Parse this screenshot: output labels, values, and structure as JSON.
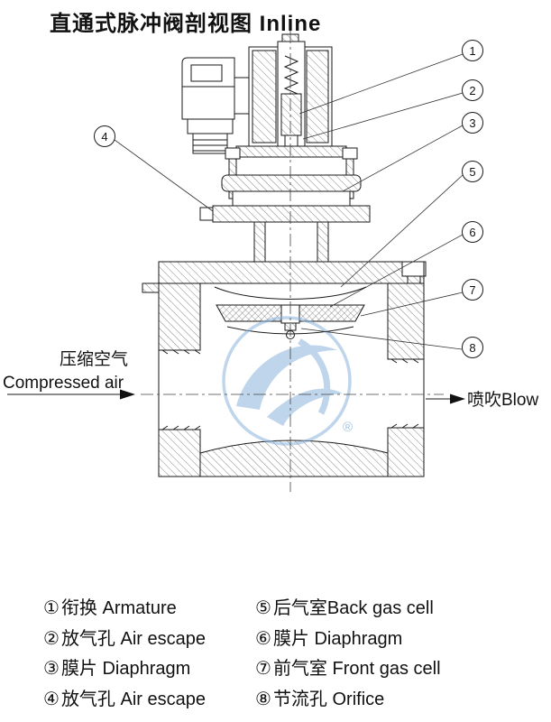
{
  "title": "直通式脉冲阀剖视图 Inline",
  "flow": {
    "inlet_cn": "压缩空气",
    "inlet_en": "Compressed air",
    "outlet": "喷吹Blow"
  },
  "callouts": [
    {
      "num": "1"
    },
    {
      "num": "2"
    },
    {
      "num": "3"
    },
    {
      "num": "4"
    },
    {
      "num": "5"
    },
    {
      "num": "6"
    },
    {
      "num": "7"
    },
    {
      "num": "8"
    }
  ],
  "watermark": {
    "registered": "®"
  },
  "colors": {
    "ink": "#1a1a1a",
    "watermark": "#8ab4dc"
  },
  "legend": {
    "col1": [
      {
        "num": "①",
        "label": "衔换 Armature"
      },
      {
        "num": "②",
        "label": "放气孔 Air escape"
      },
      {
        "num": "③",
        "label": "膜片 Diaphragm"
      },
      {
        "num": "④",
        "label": "放气孔 Air escape"
      }
    ],
    "col2": [
      {
        "num": "⑤",
        "label": "后气室Back gas cell"
      },
      {
        "num": "⑥",
        "label": "膜片 Diaphragm"
      },
      {
        "num": "⑦",
        "label": "前气室 Front gas cell"
      },
      {
        "num": "⑧",
        "label": "节流孔 Orifice"
      }
    ]
  }
}
